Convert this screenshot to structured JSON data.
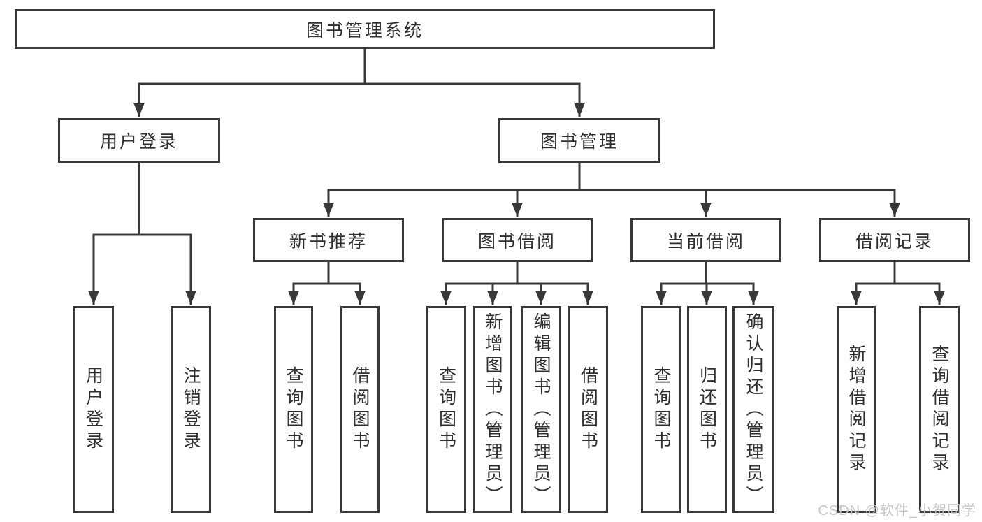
{
  "diagram": {
    "title": "图书管理系统",
    "branches": [
      {
        "label": "用户登录",
        "children": [
          {
            "label": "用户登录"
          },
          {
            "label": "注销登录"
          }
        ]
      },
      {
        "label": "图书管理",
        "children": [
          {
            "label": "新书推荐",
            "children": [
              {
                "label": "查询图书"
              },
              {
                "label": "借阅图书"
              }
            ]
          },
          {
            "label": "图书借阅",
            "children": [
              {
                "label": "查询图书"
              },
              {
                "label": "新增图书（管理员）"
              },
              {
                "label": "编辑图书（管理员）"
              },
              {
                "label": "借阅图书"
              }
            ]
          },
          {
            "label": "当前借阅",
            "children": [
              {
                "label": "查询图书"
              },
              {
                "label": "归还图书"
              },
              {
                "label": "确认归还（管理员）"
              }
            ]
          },
          {
            "label": "借阅记录",
            "children": [
              {
                "label": "新增借阅记录"
              },
              {
                "label": "查询借阅记录"
              }
            ]
          }
        ]
      }
    ]
  },
  "watermark": {
    "text": "CSDN @软件_小贺同学"
  },
  "colors": {
    "line": "#383838",
    "text": "#2f2f2f",
    "watermark": "#c7c7c7",
    "background": "#ffffff"
  }
}
